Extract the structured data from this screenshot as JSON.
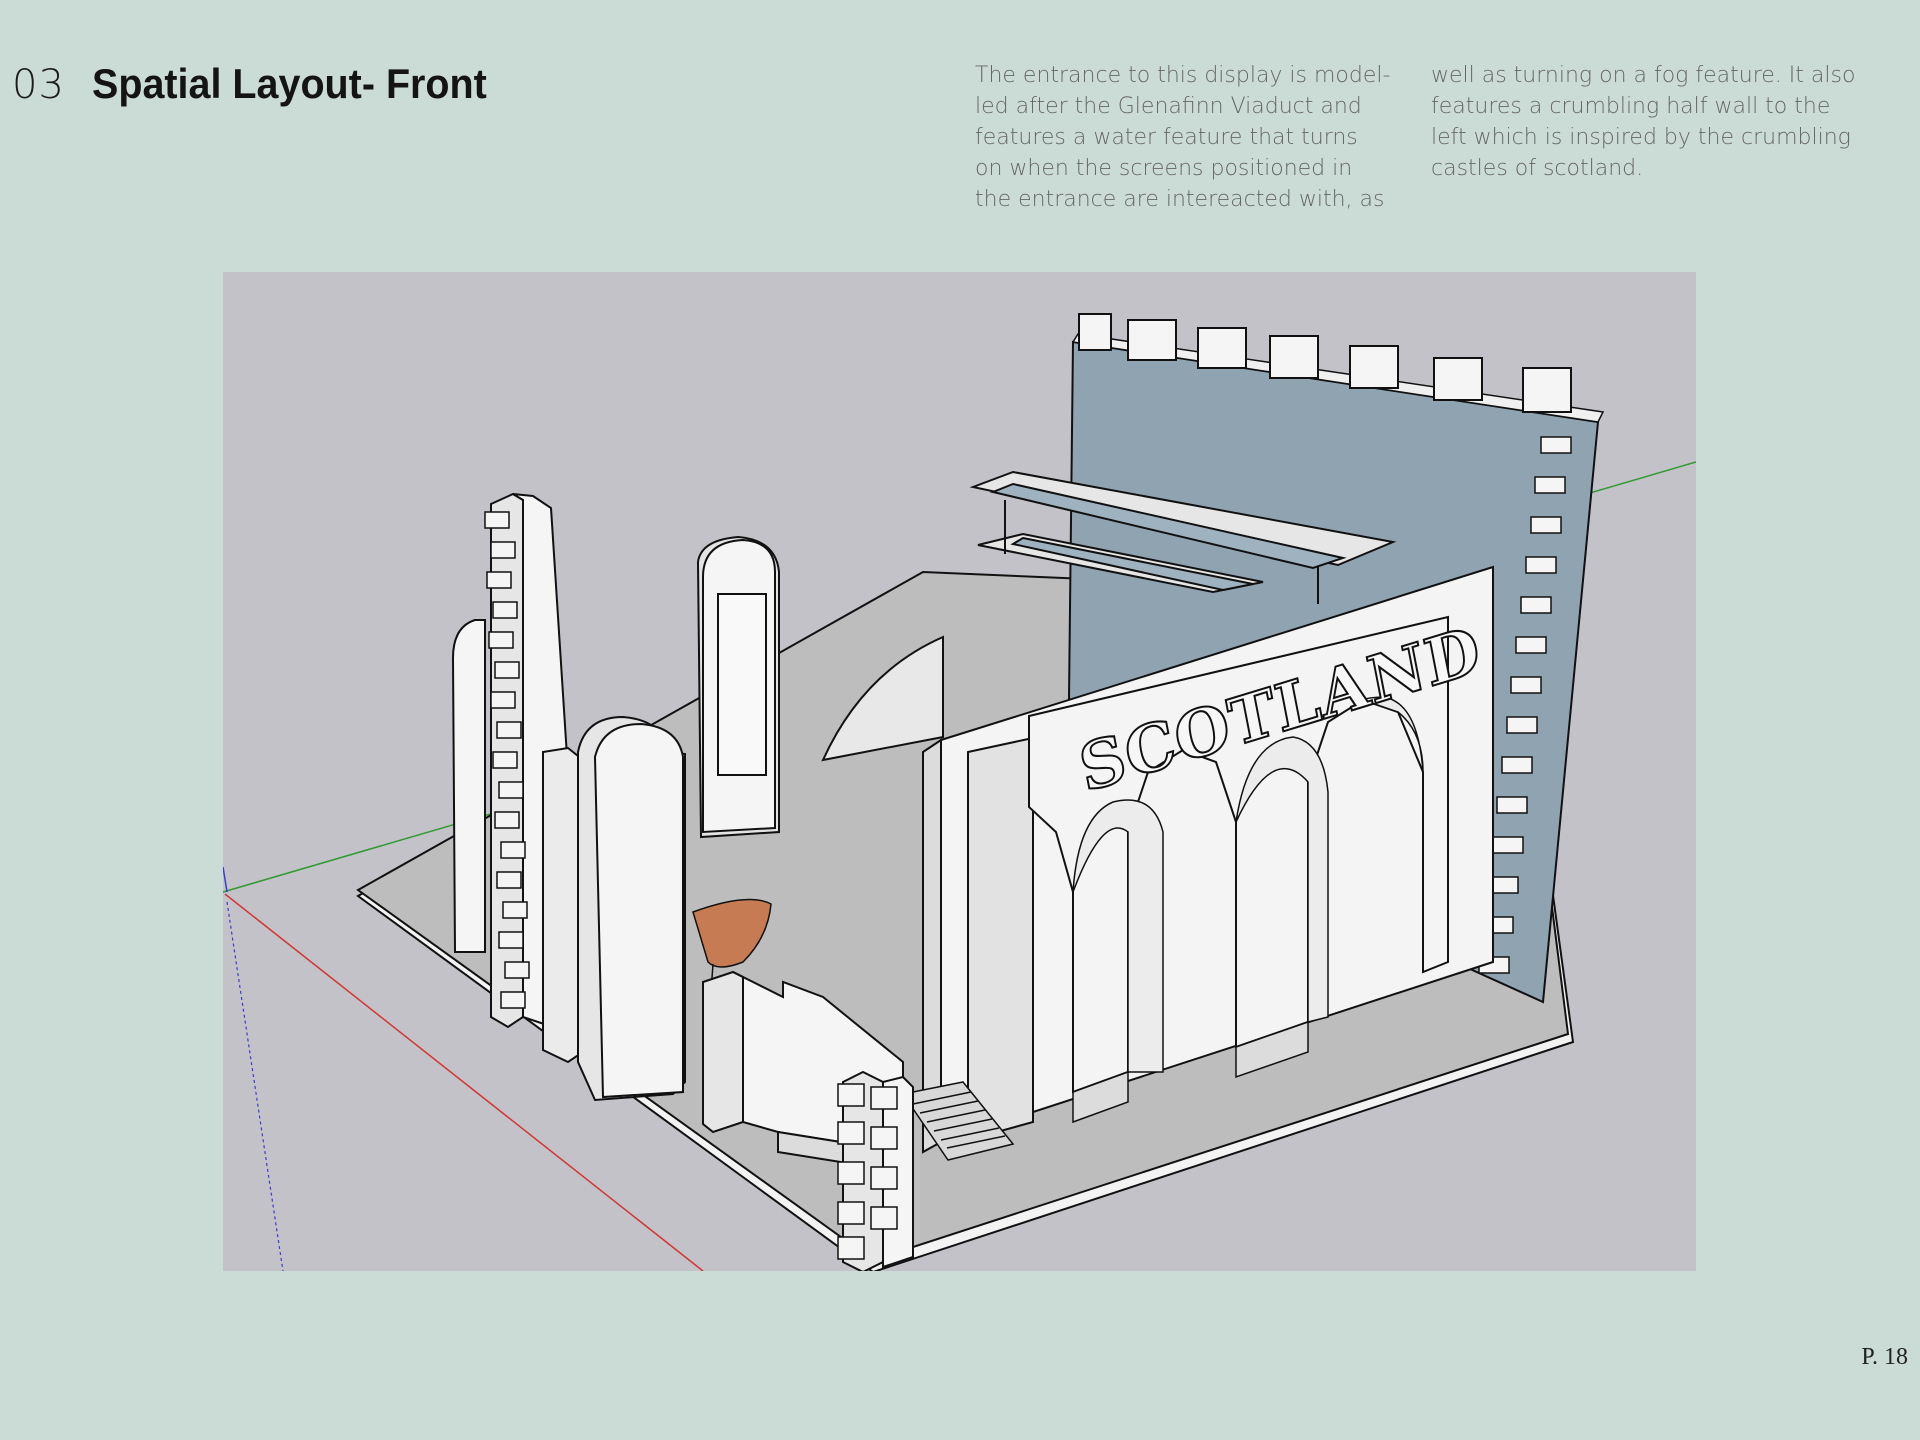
{
  "header": {
    "section_number": "03",
    "title": "Spatial Layout- Front"
  },
  "description": {
    "column1_lines": [
      "The entrance to this display is model-",
      "led after the Glenafinn Viaduct and",
      "features a water feature that turns",
      "on when the screens positioned in",
      "the entrance are intereacted with, as"
    ],
    "column2_lines": [
      "well as turning on a fog feature. It also",
      "features a crumbling half wall to the",
      "left which is inspired by the crumbling",
      "castles of scotland."
    ]
  },
  "figure": {
    "sign_text": "SCOTLAND",
    "colors": {
      "viewport_bg": "#c3c2c9",
      "floor": "#bfbfbf",
      "back_wall": "#8fa3b1",
      "wall": "#f4f4f4",
      "chair": "#c77b52",
      "axis_red": "#d43535",
      "axis_green": "#2f9a2f",
      "axis_blue": "#3b3bd0"
    }
  },
  "footer": {
    "page_number": "P. 18"
  }
}
